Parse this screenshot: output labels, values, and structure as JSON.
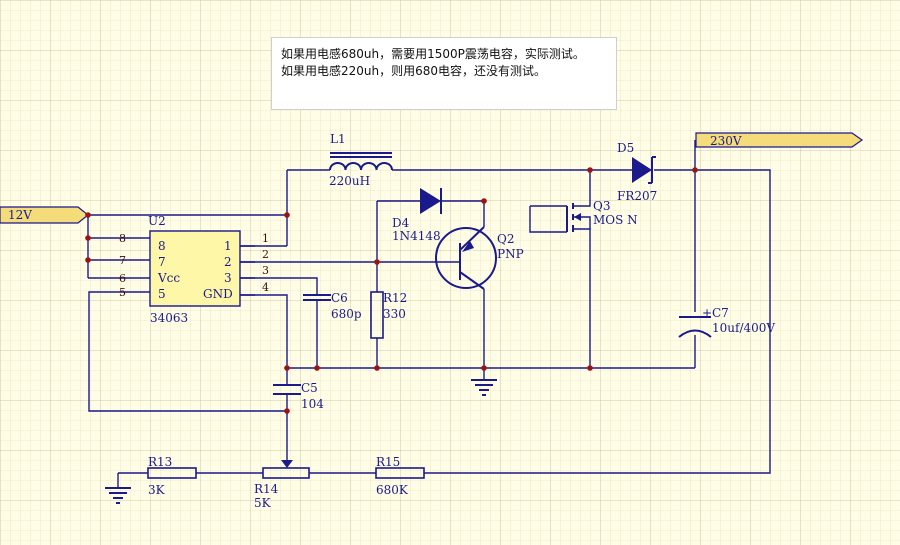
{
  "note": {
    "line1": "如果用电感680uh，需要用1500P震荡电容，实际测试。",
    "line2": "如果用电感220uh，则用680电容，还没有测试。"
  },
  "ports": {
    "vin": "12V",
    "vout": "230V"
  },
  "u2": {
    "ref": "U2",
    "part": "34063",
    "pins_left": [
      "8",
      "7",
      "6",
      "5"
    ],
    "pins_right": [
      "1",
      "2",
      "3",
      "4"
    ],
    "labels_left": [
      "8",
      "7",
      "Vcc",
      "5"
    ],
    "labels_right": [
      "1",
      "2",
      "3",
      "GND"
    ]
  },
  "components": {
    "l1": {
      "ref": "L1",
      "value": "220uH"
    },
    "d4": {
      "ref": "D4",
      "value": "1N4148"
    },
    "d5": {
      "ref": "D5",
      "value": "FR207"
    },
    "q2": {
      "ref": "Q2",
      "value": "PNP"
    },
    "q3": {
      "ref": "Q3",
      "value": "MOS N"
    },
    "c5": {
      "ref": "C5",
      "value": "104"
    },
    "c6": {
      "ref": "C6",
      "value": "680p"
    },
    "c7": {
      "ref": "C7",
      "value": "10uf/400V",
      "polarity": "+"
    },
    "r12": {
      "ref": "R12",
      "value": "330"
    },
    "r13": {
      "ref": "R13",
      "value": "3K"
    },
    "r14": {
      "ref": "R14",
      "value": "5K"
    },
    "r15": {
      "ref": "R15",
      "value": "680K"
    }
  }
}
